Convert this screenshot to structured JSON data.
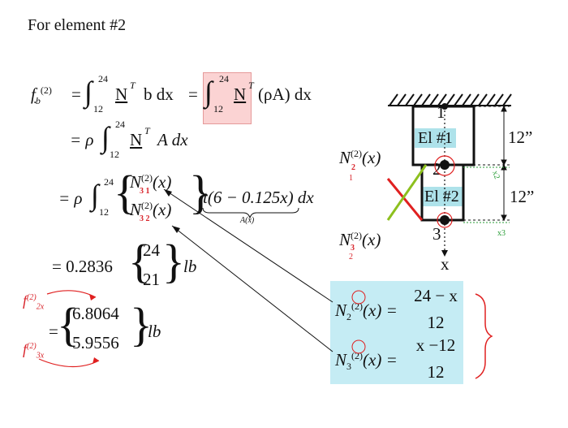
{
  "slide": {
    "title": "For element #2"
  },
  "equations": {
    "line1": {
      "lhs_symbol": "f",
      "lhs_sub": "b",
      "lhs_sup": "(2)",
      "eq": "=",
      "int_upper": "24",
      "int_lower": "12",
      "N": "N",
      "T": "T",
      "integrand_rest": "b dx",
      "eq2": "=",
      "int2_upper": "24",
      "int2_lower": "12",
      "integrand2_rest": "(ρA) dx"
    },
    "line2": {
      "text": "= ρ",
      "int_upper": "24",
      "int_lower": "12",
      "integrand": "A dx"
    },
    "line3": {
      "text": "= ρ",
      "int_upper": "24",
      "int_lower": "12",
      "row1": "N",
      "row1_sup": "(2)",
      "row1_arg": "(x)",
      "row2": "N",
      "row2_sup": "(2)",
      "row2_arg": "(x)",
      "factor": "t(6 − 0.125x) dx",
      "brace_label": "A(x)"
    },
    "line4": {
      "text": "= 0.2836",
      "v1": "24",
      "v2": "21",
      "unit": "lb"
    },
    "line5": {
      "text": "=",
      "v1": "6.8064",
      "v2": "5.9556",
      "unit": "lb"
    }
  },
  "handwritten": {
    "row1_sub": "3 1",
    "row2_sub": "3 2",
    "f2x_label": "f",
    "f2x_sup": "(2)",
    "f2x_sub": "2x",
    "f3x_label": "f",
    "f3x_sup": "(2)",
    "f3x_sub": "3x",
    "N_top_sub": "2",
    "N_top_alt": "1",
    "N_bot_sub": "3",
    "N_bot_alt": "2",
    "x2": "x2",
    "x3": "x3"
  },
  "shape_functions": {
    "N2": {
      "sym": "N",
      "sub": "2",
      "sup": "(2)",
      "arg": "(x) =",
      "num": "24 − x",
      "den": "12"
    },
    "N3": {
      "sym": "N",
      "sub": "3",
      "sup": "(2)",
      "arg": "(x) =",
      "num": "x −12",
      "den": "12"
    }
  },
  "diagram": {
    "node1": "1",
    "node2": "2",
    "node3": "3",
    "element1": "El #1",
    "element2": "El #2",
    "length1": "12”",
    "length2": "12”",
    "axis": "x",
    "Ntop": "N",
    "Ntop_sup": "(2)",
    "Ntop_arg": "(x)",
    "Nbot": "N",
    "Nbot_sup": "(2)",
    "Nbot_arg": "(x)",
    "colors": {
      "red_line": "#e02020",
      "green_line": "#8dc01e",
      "handwriting_red": "#d8232a",
      "handwriting_green": "#2a9d38"
    }
  }
}
